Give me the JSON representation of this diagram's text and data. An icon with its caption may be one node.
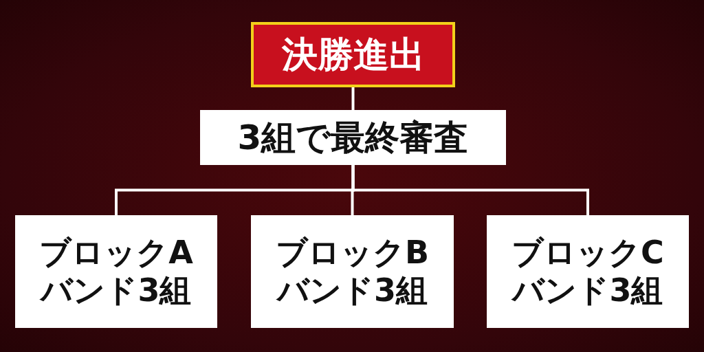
{
  "diagram": {
    "nodes": [
      {
        "text": [
          "決勝進出"
        ]
      },
      {
        "text": [
          "3組で最終審査"
        ]
      },
      {
        "text": [
          "ブロックA",
          "バンド3組"
        ]
      },
      {
        "text": [
          "ブロックB",
          "バンド3組"
        ]
      },
      {
        "text": [
          "ブロックC",
          "バンド3組"
        ]
      }
    ],
    "edges": [
      {
        "from": 0,
        "to": 1,
        "arrow": "none"
      },
      {
        "from": 1,
        "to": 2,
        "arrow": "none"
      },
      {
        "from": 1,
        "to": 3,
        "arrow": "none"
      },
      {
        "from": 1,
        "to": 4,
        "arrow": "none"
      }
    ]
  }
}
